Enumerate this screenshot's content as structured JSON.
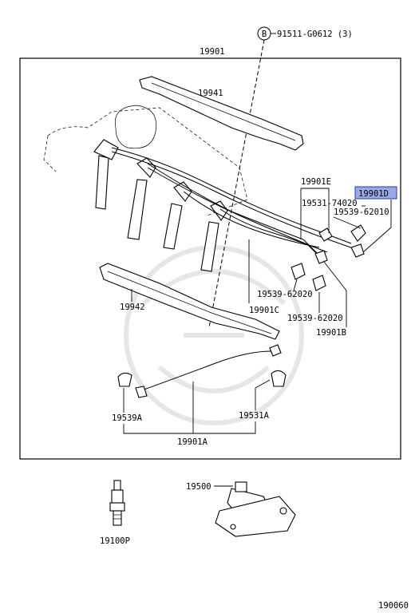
{
  "labels": {
    "bolt_ref": "91511-G0612 (3)",
    "bolt_marker": "B",
    "assembly": "19901",
    "cover_upper": "19941",
    "cover_lower": "19942",
    "cord_e": "19901E",
    "cord_d": "19901D",
    "clamp_74020": "19531-74020",
    "clamp_62010": "19539-62010",
    "clamp_62020_a": "19539-62020",
    "clamp_62020_b": "19539-62020",
    "cord_c": "19901C",
    "cord_b": "19901B",
    "clamp_19539a": "19539A",
    "clamp_19531a": "19531A",
    "cord_a": "19901A",
    "coil": "19500",
    "spark_plug": "19100P",
    "page_code": "190060"
  },
  "highlight_color": "#9aa8e8"
}
